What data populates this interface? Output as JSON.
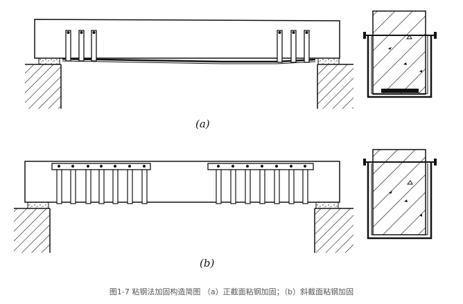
{
  "figure": {
    "label_a": "(a)",
    "label_b": "(b)",
    "caption": "图1-7 粘钢法加固构造简图 （a）正截面粘钢加固；（b）斜截面粘钢加固"
  }
}
